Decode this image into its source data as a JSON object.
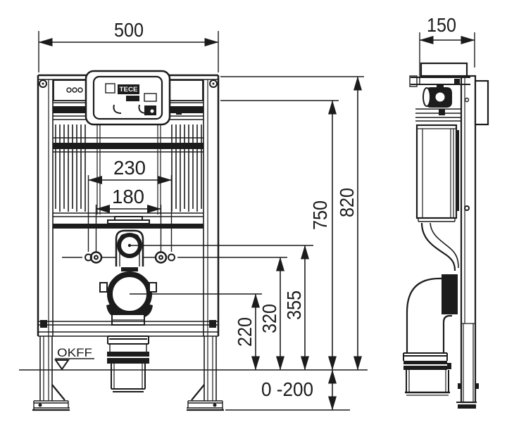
{
  "dimensions": {
    "frame_width": "500",
    "frame_depth": "150",
    "fixing_spacing_outer": "230",
    "fixing_spacing_inner": "180",
    "outlet_height": "220",
    "fixing_height": "320",
    "flush_bend_height": "355",
    "cistern_top_height": "750",
    "frame_height": "820",
    "leg_adjustment_range": "0 -200"
  },
  "labels": {
    "floor_reference": "OKFF",
    "brand": "TECE"
  }
}
